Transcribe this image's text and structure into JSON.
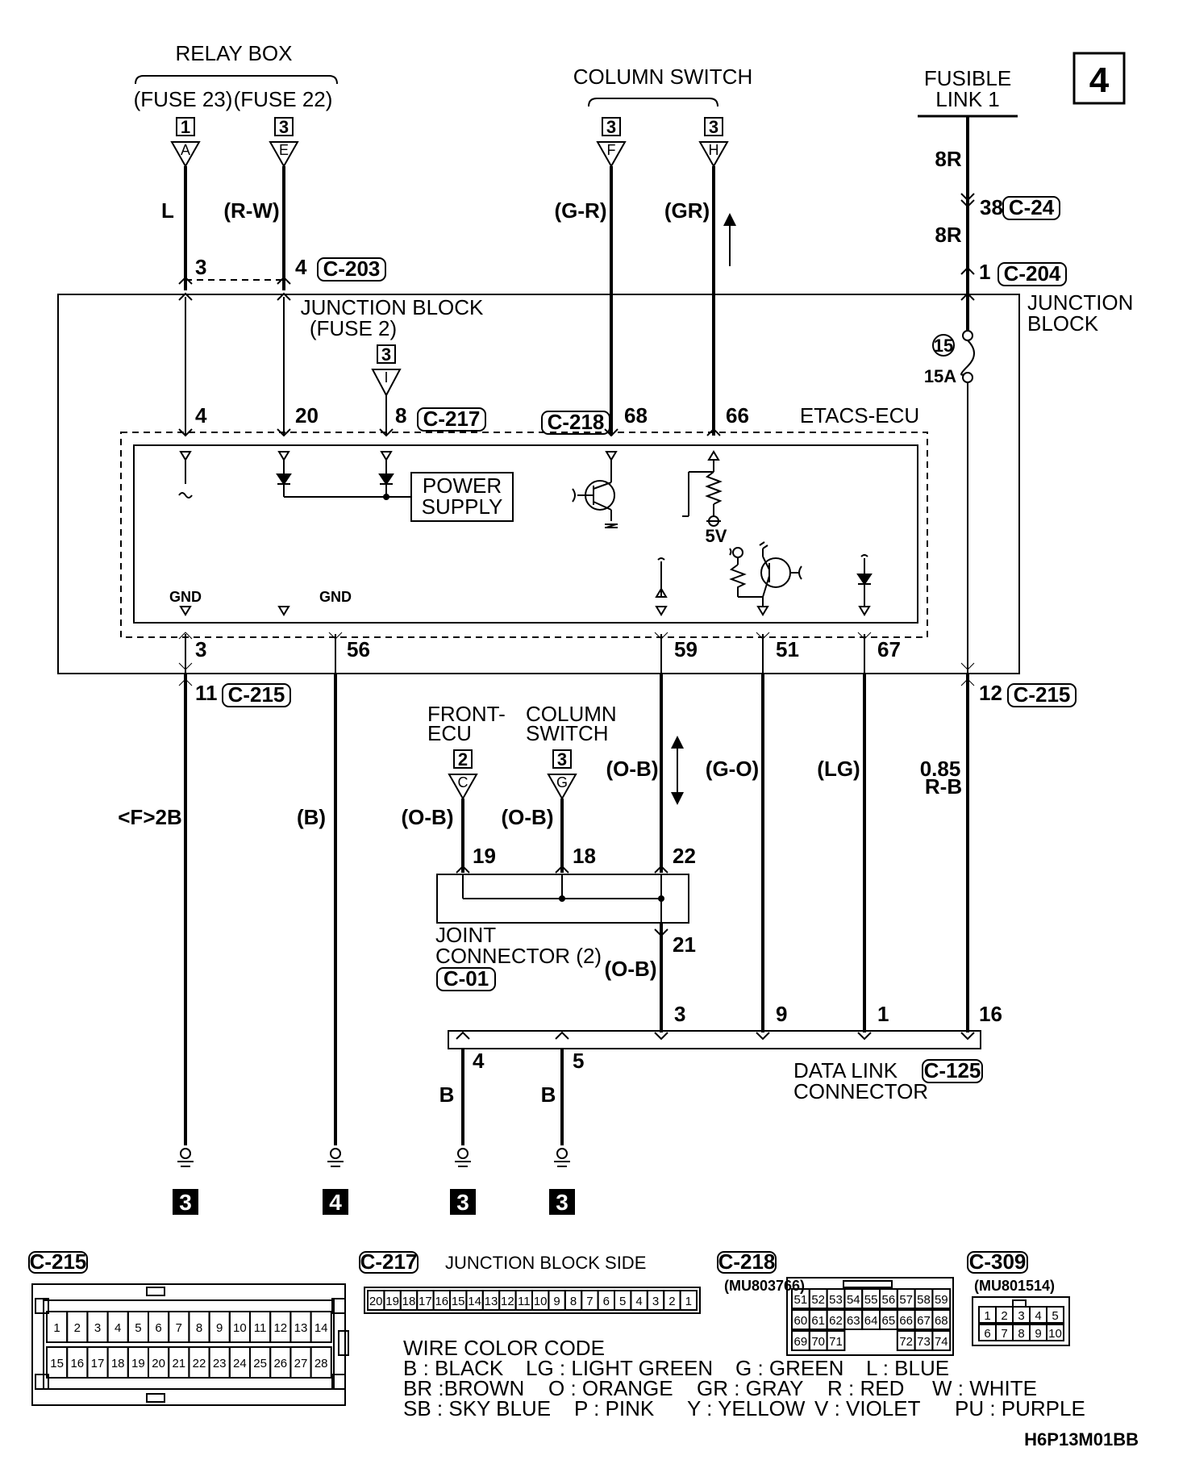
{
  "page": {
    "number": "4",
    "code": "H6P13M01BB"
  },
  "top_labels": {
    "relay_box": "RELAY BOX",
    "fuse_left": "(FUSE 23)",
    "fuse_right": "(FUSE 22)",
    "column_switch": "COLUMN SWITCH",
    "fusible_link_line1": "FUSIBLE",
    "fusible_link_line2": "LINK 1"
  },
  "feed_connectors": [
    {
      "sheet": "1",
      "letter": "A",
      "wire": "L"
    },
    {
      "sheet": "3",
      "letter": "E",
      "wire": "(R-W)"
    },
    {
      "sheet": "3",
      "letter": "F",
      "wire": "(G-R)"
    },
    {
      "sheet": "3",
      "letter": "H",
      "wire": "(GR)"
    }
  ],
  "fusible_wires": {
    "upper": "8R",
    "lower": "8R",
    "pin_c24": "38",
    "conn_c24": "C-24"
  },
  "c203": {
    "pin_left": "3",
    "pin_right": "4",
    "conn": "C-203"
  },
  "c204": {
    "pin": "1",
    "conn": "C-204"
  },
  "junction_block": {
    "title_line1": "JUNCTION BLOCK",
    "title_line2": "(FUSE 2)",
    "side_line1": "JUNCTION",
    "side_line2": "BLOCK",
    "fuse_no": "15",
    "fuse_rating": "15A",
    "inner_ref_sheet": "3",
    "inner_ref_letter": "I"
  },
  "etacs": {
    "title": "ETACS-ECU",
    "power_supply_line1": "POWER",
    "power_supply_line2": "SUPPLY",
    "gnd1": "GND",
    "gnd2": "GND",
    "five_v": "5V",
    "top_pins": {
      "p4": "4",
      "p20": "20",
      "p8": "8",
      "c217": "C-217",
      "c218": "C-218",
      "p68": "68",
      "p66": "66"
    },
    "bottom_pins": {
      "p3": "3",
      "p56": "56",
      "p59": "59",
      "p51": "51",
      "p67": "67"
    }
  },
  "c215": {
    "pin11": "11",
    "pin12": "12",
    "conn": "C-215"
  },
  "lower_wires": {
    "left_wire": "<F>2B",
    "gnd_wire": "(B)",
    "ob1": "(O-B)",
    "go": "(G-O)",
    "lg": "(LG)",
    "rb_size": "0.85",
    "rb": "R-B",
    "ob_front": "(O-B)",
    "ob_col": "(O-B)",
    "ob_21": "(O-B)"
  },
  "front_ecu": {
    "line1": "FRONT-",
    "line2": "ECU",
    "sheet": "2",
    "letter": "C"
  },
  "col_switch2": {
    "line1": "COLUMN",
    "line2": "SWITCH",
    "sheet": "3",
    "letter": "G"
  },
  "joint_connector": {
    "line1": "JOINT",
    "line2": "CONNECTOR (2)",
    "conn": "C-01",
    "pins": {
      "p19": "19",
      "p18": "18",
      "p22": "22",
      "p21": "21"
    }
  },
  "data_link": {
    "line1": "DATA LINK",
    "line2": "CONNECTOR",
    "conn": "C-125",
    "pins": {
      "p3": "3",
      "p9": "9",
      "p1": "1",
      "p16": "16",
      "p4": "4",
      "p5": "5"
    },
    "wire4": "B",
    "wire5": "B"
  },
  "grounds": [
    "3",
    "4",
    "3",
    "3"
  ],
  "connector_views": {
    "c215": {
      "title": "C-215",
      "row1": [
        "1",
        "2",
        "3",
        "4",
        "5",
        "6",
        "7",
        "8",
        "9",
        "10",
        "11",
        "12",
        "13",
        "14"
      ],
      "row2": [
        "15",
        "16",
        "17",
        "18",
        "19",
        "20",
        "21",
        "22",
        "23",
        "24",
        "25",
        "26",
        "27",
        "28"
      ]
    },
    "c217": {
      "title": "C-217",
      "side": "JUNCTION BLOCK SIDE",
      "pins": [
        "20",
        "19",
        "18",
        "17",
        "16",
        "15",
        "14",
        "13",
        "12",
        "11",
        "10",
        "9",
        "8",
        "7",
        "6",
        "5",
        "4",
        "3",
        "2",
        "1"
      ]
    },
    "c218": {
      "title": "C-218",
      "part": "(MU803766)",
      "row1": [
        "51",
        "52",
        "53",
        "54",
        "55",
        "56",
        "57",
        "58",
        "59"
      ],
      "row2": [
        "60",
        "61",
        "62",
        "63",
        "64",
        "65",
        "66",
        "67",
        "68"
      ],
      "row3": [
        "69",
        "70",
        "71",
        "",
        "",
        "",
        "72",
        "73",
        "74"
      ]
    },
    "c309": {
      "title": "C-309",
      "part": "(MU801514)",
      "row1": [
        "1",
        "2",
        "3",
        "4",
        "5"
      ],
      "row2": [
        "6",
        "7",
        "8",
        "9",
        "10"
      ]
    }
  },
  "wire_color_code": {
    "title": "WIRE COLOR CODE",
    "rows": [
      [
        "B : BLACK",
        "LG : LIGHT GREEN",
        "G : GREEN",
        "L : BLUE"
      ],
      [
        "BR :BROWN",
        "O : ORANGE",
        "GR : GRAY",
        "R : RED",
        "W : WHITE"
      ],
      [
        "SB : SKY BLUE",
        "P : PINK",
        "Y : YELLOW",
        "V : VIOLET",
        "PU : PURPLE"
      ]
    ]
  }
}
